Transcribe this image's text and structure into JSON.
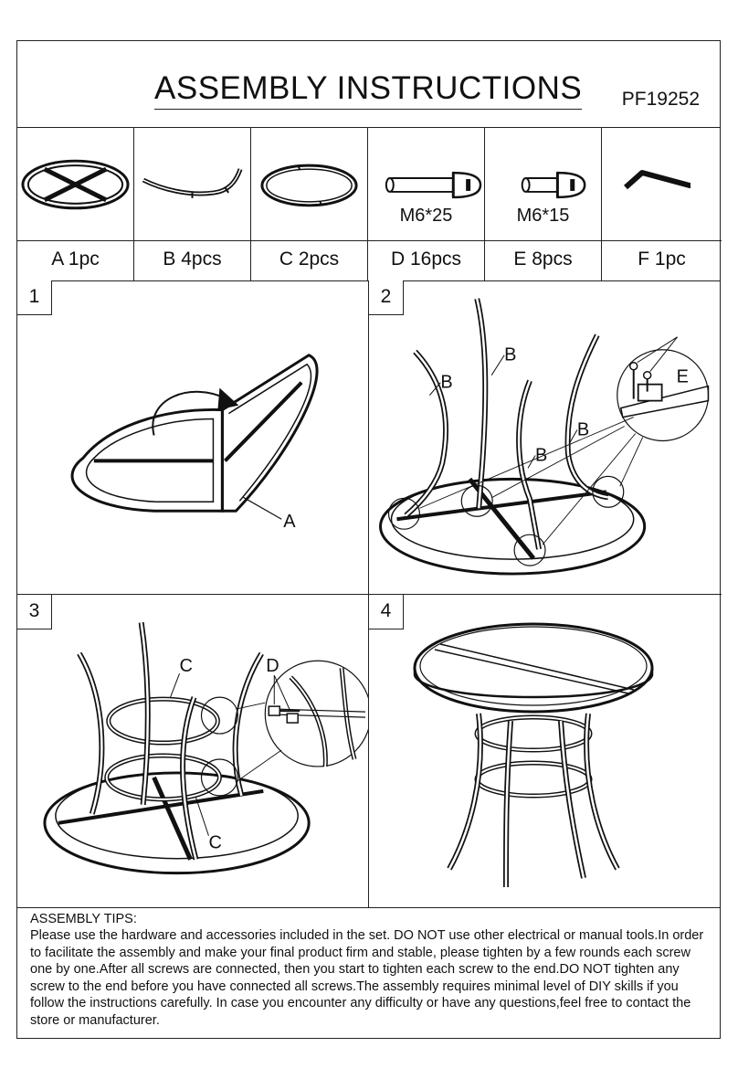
{
  "header": {
    "title": "ASSEMBLY INSTRUCTIONS",
    "code": "PF19252"
  },
  "parts": [
    {
      "icon": "round-table-top-icon",
      "label": "A 1pc",
      "size": ""
    },
    {
      "icon": "curved-leg-icon",
      "label": "B 4pcs",
      "size": ""
    },
    {
      "icon": "ring-icon",
      "label": "C 2pcs",
      "size": ""
    },
    {
      "icon": "long-bolt-icon",
      "label": "D 16pcs",
      "size": "M6*25"
    },
    {
      "icon": "short-bolt-icon",
      "label": "E 8pcs",
      "size": "M6*15"
    },
    {
      "icon": "allen-key-icon",
      "label": "F 1pc",
      "size": ""
    }
  ],
  "steps": [
    {
      "number": "1",
      "labels": [
        "A"
      ]
    },
    {
      "number": "2",
      "labels": [
        "B",
        "B",
        "B",
        "B",
        "E"
      ]
    },
    {
      "number": "3",
      "labels": [
        "C",
        "C",
        "D"
      ]
    },
    {
      "number": "4",
      "labels": []
    }
  ],
  "tips": {
    "heading": "ASSEMBLY TIPS:",
    "body": "Please use the hardware and accessories included in the set. DO NOT use other electrical or manual tools.In order to facilitate the assembly and make your final product firm and stable, please tighten by a few rounds each screw one by one.After all screws are connected, then you start to tighten each screw to the end.DO NOT tighten any screw to the end before you have connected all screws.The assembly requires minimal level of DIY skills if you follow the instructions carefully. In case you encounter any difficulty or have any questions,feel free to contact the store or manufacturer."
  }
}
